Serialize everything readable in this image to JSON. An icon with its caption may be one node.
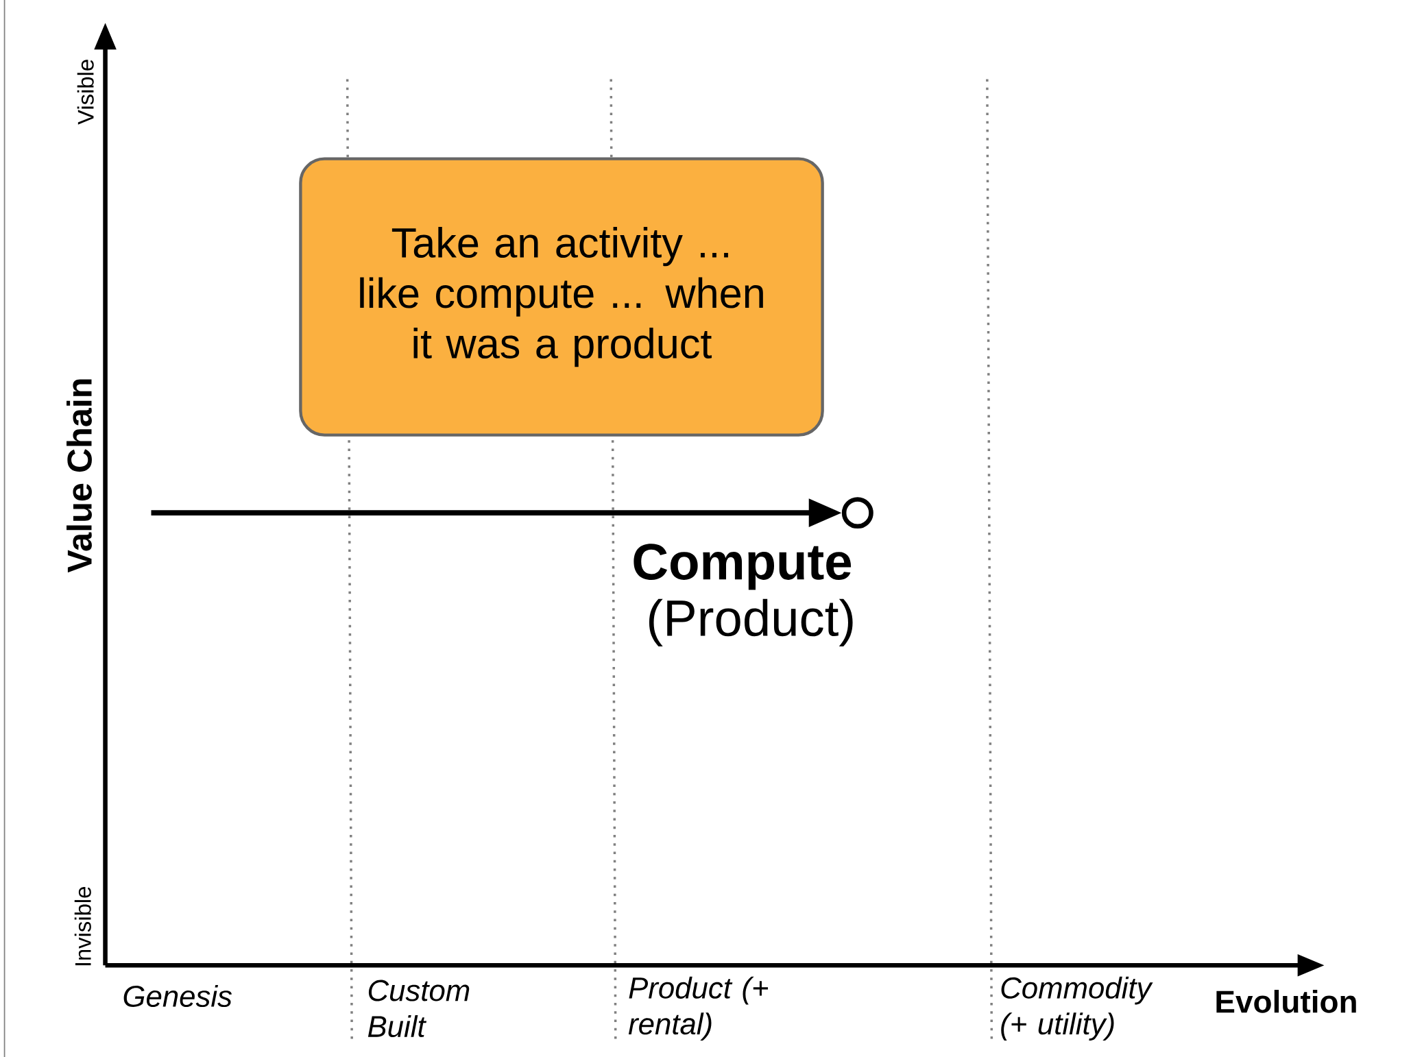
{
  "diagram": {
    "nodes": [
      {
        "text": [
          "Take an activity ... like compute ... when it was a product"
        ]
      },
      {
        "text": [],
        "shape": "circle",
        "beside": [
          "Compute",
          "(Product)"
        ]
      }
    ],
    "edges": [
      {
        "from": null,
        "to": 1,
        "arrow": "to"
      }
    ],
    "labels": [
      "Visible",
      "Value Chain",
      "Invisible",
      "Genesis",
      "Custom Built",
      "Product (+ rental)",
      "Commodity (+ utility)",
      "Evolution"
    ]
  }
}
